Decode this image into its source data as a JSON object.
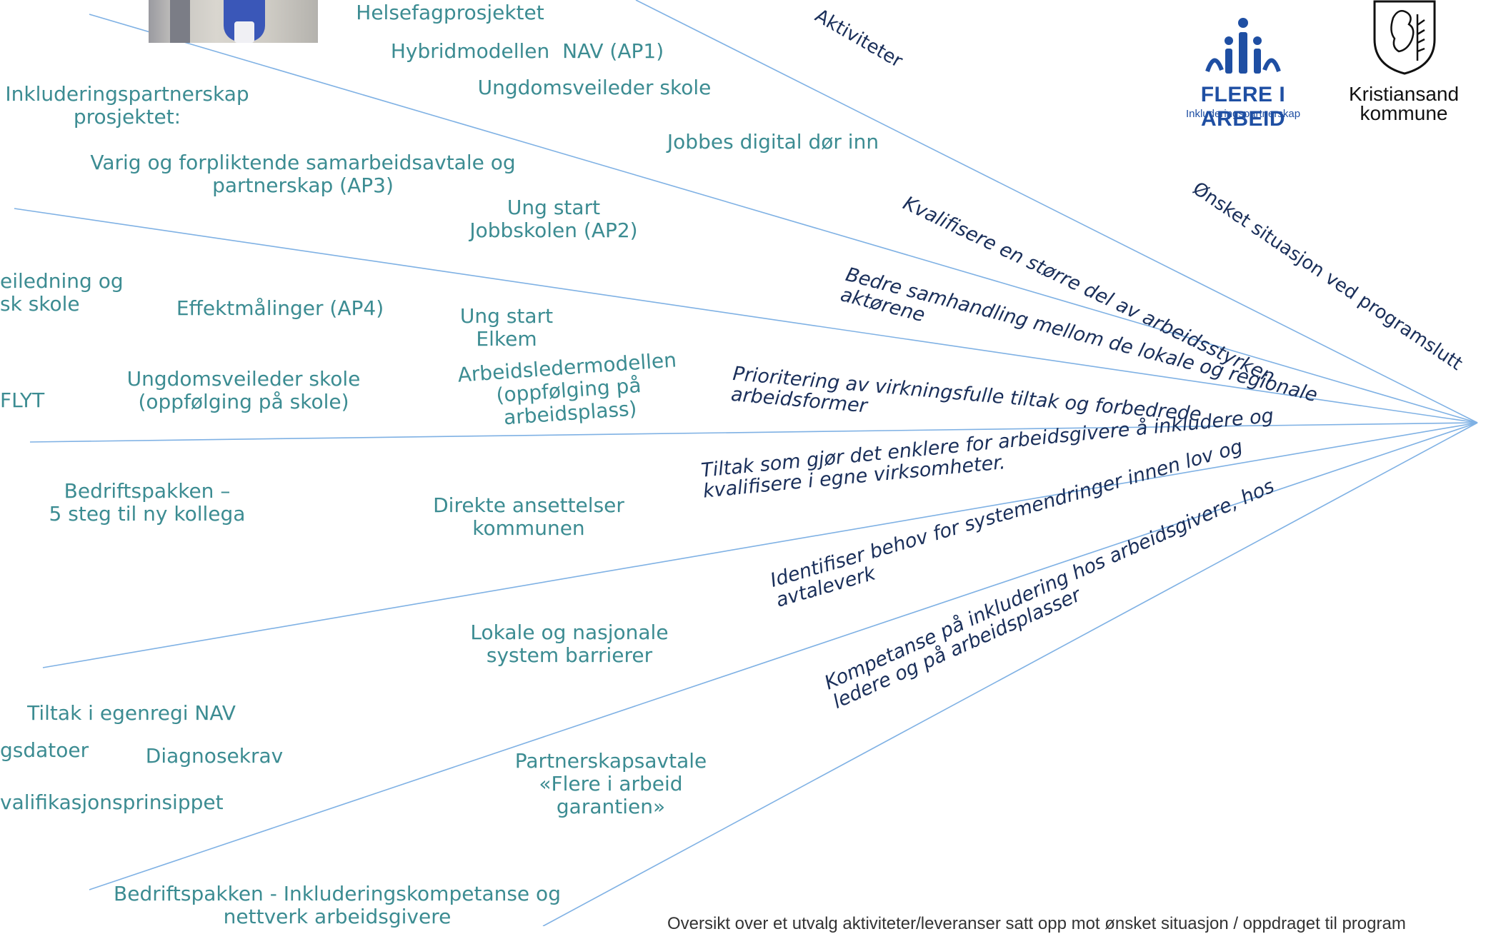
{
  "colors": {
    "activity_text": "#3c8c92",
    "goal_text": "#1a2f5a",
    "lines": "#7fb1e4",
    "brand_blue": "#1f4fa3"
  },
  "aktiviteter_label": "Aktiviteter",
  "onsket_label": "Ønsket situasjon ved programslutt",
  "activities": [
    "Helsefagprosjektet",
    "Hybridmodellen  NAV (AP1)",
    "Inkluderingspartnerskap\nprosjektet:",
    "Ungdomsveileder skole",
    "Jobbes digital dør inn",
    "Varig og forpliktende samarbeidsavtale og\npartnerskap (AP3)",
    "Ung start\nJobbskolen (AP2)",
    "eiledning og\nsk skole",
    "Effektmålinger (AP4)",
    "Ung start\nElkem",
    "Arbeidsledermodellen\n(oppfølging på\narbeidsplass)",
    "FLYT",
    "Ungdomsveileder skole\n(oppfølging på skole)",
    "Bedriftspakken –\n5 steg til ny kollega",
    "Direkte ansettelser\nkommunen",
    "Lokale og nasjonale\nsystem barrierer",
    "Tiltak i egenregi NAV",
    "gsdatoer",
    "Diagnosekrav",
    "valifikasjonsprinsippet",
    "Partnerskapsavtale\n«Flere i arbeid\ngarantien»",
    "Bedriftspakken - Inkluderingskompetanse og\nnettverk arbeidsgivere"
  ],
  "goals": [
    "Kvalifisere en større del av arbeidsstyrken",
    "Bedre samhandling mellom de lokale og regionale\naktørene",
    "Prioritering av virkningsfulle tiltak og forbedrede\narbeidsformer",
    "Tiltak som gjør det enklere for arbeidsgivere å inkludere og\nkvalifisere i egne virksomheter.",
    "Identifiser behov for systemendringer innen lov og\navtaleverk",
    "Kompetanse på inkludering hos arbeidsgivere, hos\nledere og på arbeidsplasser"
  ],
  "logos": {
    "fia_title": "FLERE I ARBEID",
    "fia_subtitle": "Inkluderingspartnerskap",
    "fia_icon": "people-icon",
    "krs_name": "Kristiansand\nkommune",
    "krs_icon": "coat-of-arms-icon"
  },
  "caption": "Oversikt over et utvalg aktiviteter/leveranser satt opp mot ønsket situasjon / oppdraget til program"
}
